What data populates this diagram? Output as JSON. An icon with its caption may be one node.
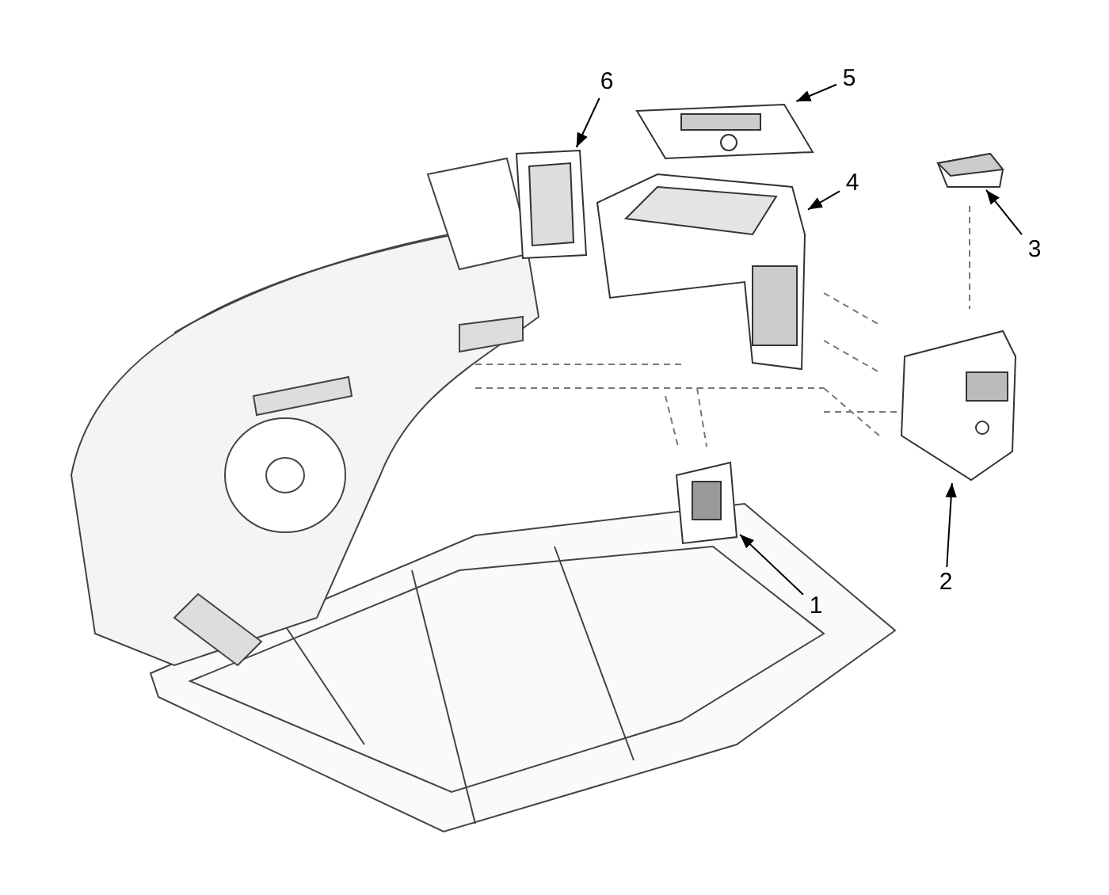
{
  "diagram": {
    "nodes": [
      {
        "text": [
          "6"
        ]
      },
      {
        "text": [
          "5"
        ]
      },
      {
        "text": [
          "4"
        ]
      },
      {
        "text": [
          "3"
        ]
      },
      {
        "text": [
          "2"
        ]
      },
      {
        "text": [
          "1"
        ]
      },
      {
        "text": [],
        "shape": "picture"
      },
      {
        "text": [],
        "shape": "picture"
      },
      {
        "text": [],
        "shape": "picture"
      },
      {
        "text": [],
        "shape": "picture"
      },
      {
        "text": [],
        "shape": "picture"
      },
      {
        "text": [],
        "shape": "picture"
      }
    ],
    "edges": [
      {
        "from": 0,
        "to": 6,
        "arrow": "to"
      },
      {
        "from": 1,
        "to": 7,
        "arrow": "to"
      },
      {
        "from": 2,
        "to": 8,
        "arrow": "to"
      },
      {
        "from": 3,
        "to": 9,
        "arrow": "to"
      },
      {
        "from": 4,
        "to": 10,
        "arrow": "to"
      },
      {
        "from": 5,
        "to": 11,
        "arrow": "to"
      }
    ]
  }
}
